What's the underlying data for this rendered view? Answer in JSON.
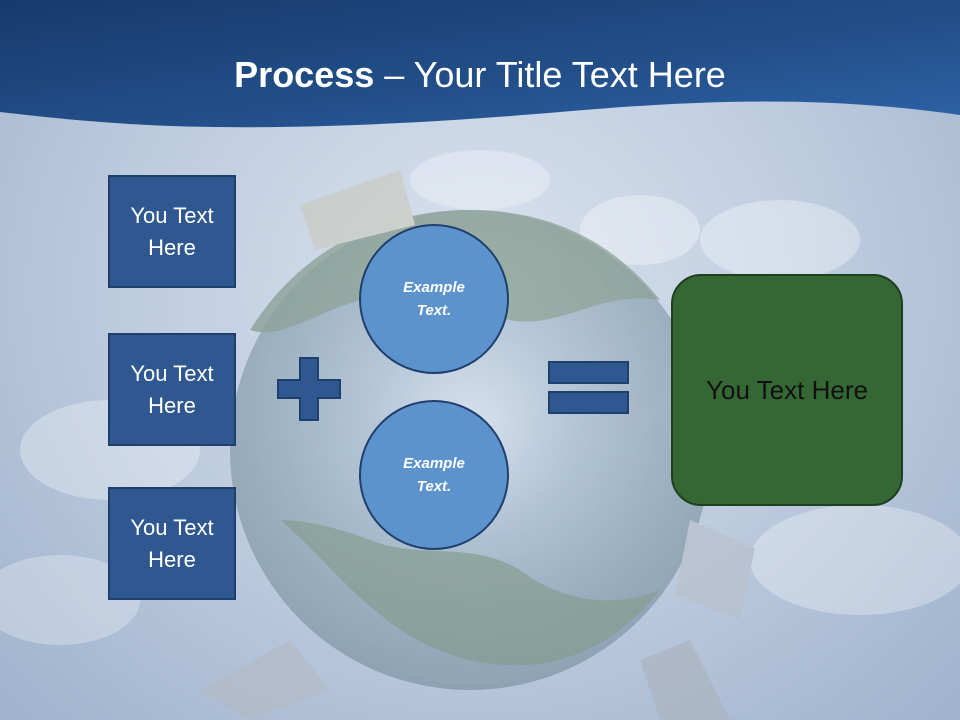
{
  "slide": {
    "title_bold": "Process",
    "title_rest": " – Your Title Text Here",
    "boxes": [
      "You Text Here",
      "You Text Here",
      "You Text Here"
    ],
    "circles": [
      "Example Text.",
      "Example Text."
    ],
    "result": "You Text Here",
    "colors": {
      "header": "#2a5590",
      "box_fill": "#2f5890",
      "circle_fill": "#5d93cc",
      "result_fill": "#356734",
      "symbol_fill": "#2f5890"
    },
    "icons": [
      "plus-icon",
      "equals-icon"
    ]
  }
}
